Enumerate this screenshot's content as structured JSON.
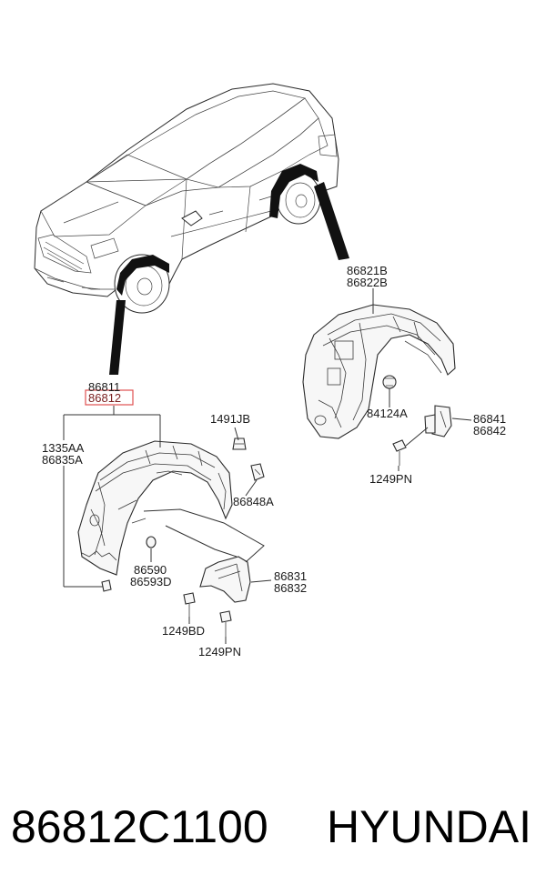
{
  "callouts": {
    "rear_upper": "86821B",
    "rear_lower": "86822B",
    "front_upper": "86811",
    "front_lower": "86812",
    "clip_a": "1335AA",
    "clip_b": "86835A",
    "bolt_top": "1491JB",
    "clip_c": "86848A",
    "grommet_a": "86590",
    "grommet_b": "86593D",
    "flap_a": "86831",
    "flap_b": "86832",
    "screw_a": "1249BD",
    "screw_b": "1249PN",
    "nut": "84124A",
    "rear_flap_a": "86841",
    "rear_flap_b": "86842",
    "rear_screw": "1249PN"
  },
  "footer": {
    "part_number": "86812C1100",
    "brand": "HYUNDAI"
  },
  "colors": {
    "highlight_box": "#e05050",
    "highlight_text": "#7a2020"
  }
}
